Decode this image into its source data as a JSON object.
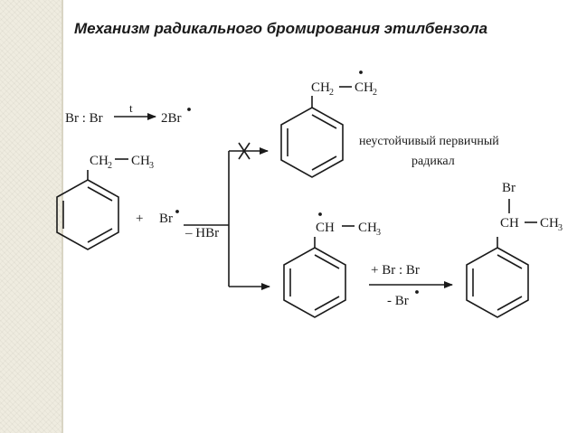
{
  "title": "Механизм радикального бромирования этилбензола",
  "initiation": {
    "left": "Br : Br",
    "condition": "t",
    "product": "2Br"
  },
  "ethylbenzene": {
    "ch2": "CH",
    "sub2": "2",
    "ch3": "CH",
    "sub3": "3"
  },
  "reagent": {
    "plus": "+",
    "radical": "Br"
  },
  "elimination": "– HBr",
  "primary_radical": {
    "ch2a": "CH",
    "sub2a": "2",
    "ch2b": "CH",
    "sub2b": "2"
  },
  "primary_note": {
    "line1": "неустойчивый первичный",
    "line2": "радикал"
  },
  "secondary_radical": {
    "ch": "CH",
    "ch3": "CH",
    "sub3": "3"
  },
  "bromination": {
    "plus_line": "+  Br : Br",
    "minus_line": "-  Br"
  },
  "product": {
    "br": "Br",
    "ch": "CH",
    "ch3": "CH",
    "sub3": "3"
  },
  "colors": {
    "ink": "#1a1a1a",
    "strip": "#efece0"
  }
}
